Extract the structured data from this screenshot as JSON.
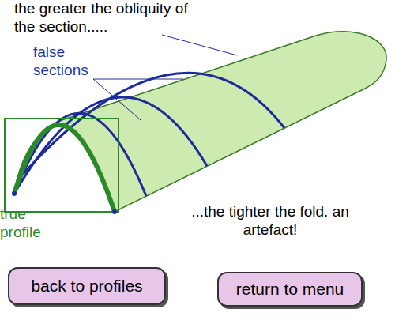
{
  "diagram": {
    "nodes": [
      {
        "text": [
          "back to profiles"
        ]
      },
      {
        "text": [
          "return to menu"
        ]
      }
    ],
    "labels": [
      "the greater the obliquity of the section.....",
      "false sections",
      "true profile",
      "...the tighter the fold. an artefact!"
    ]
  }
}
